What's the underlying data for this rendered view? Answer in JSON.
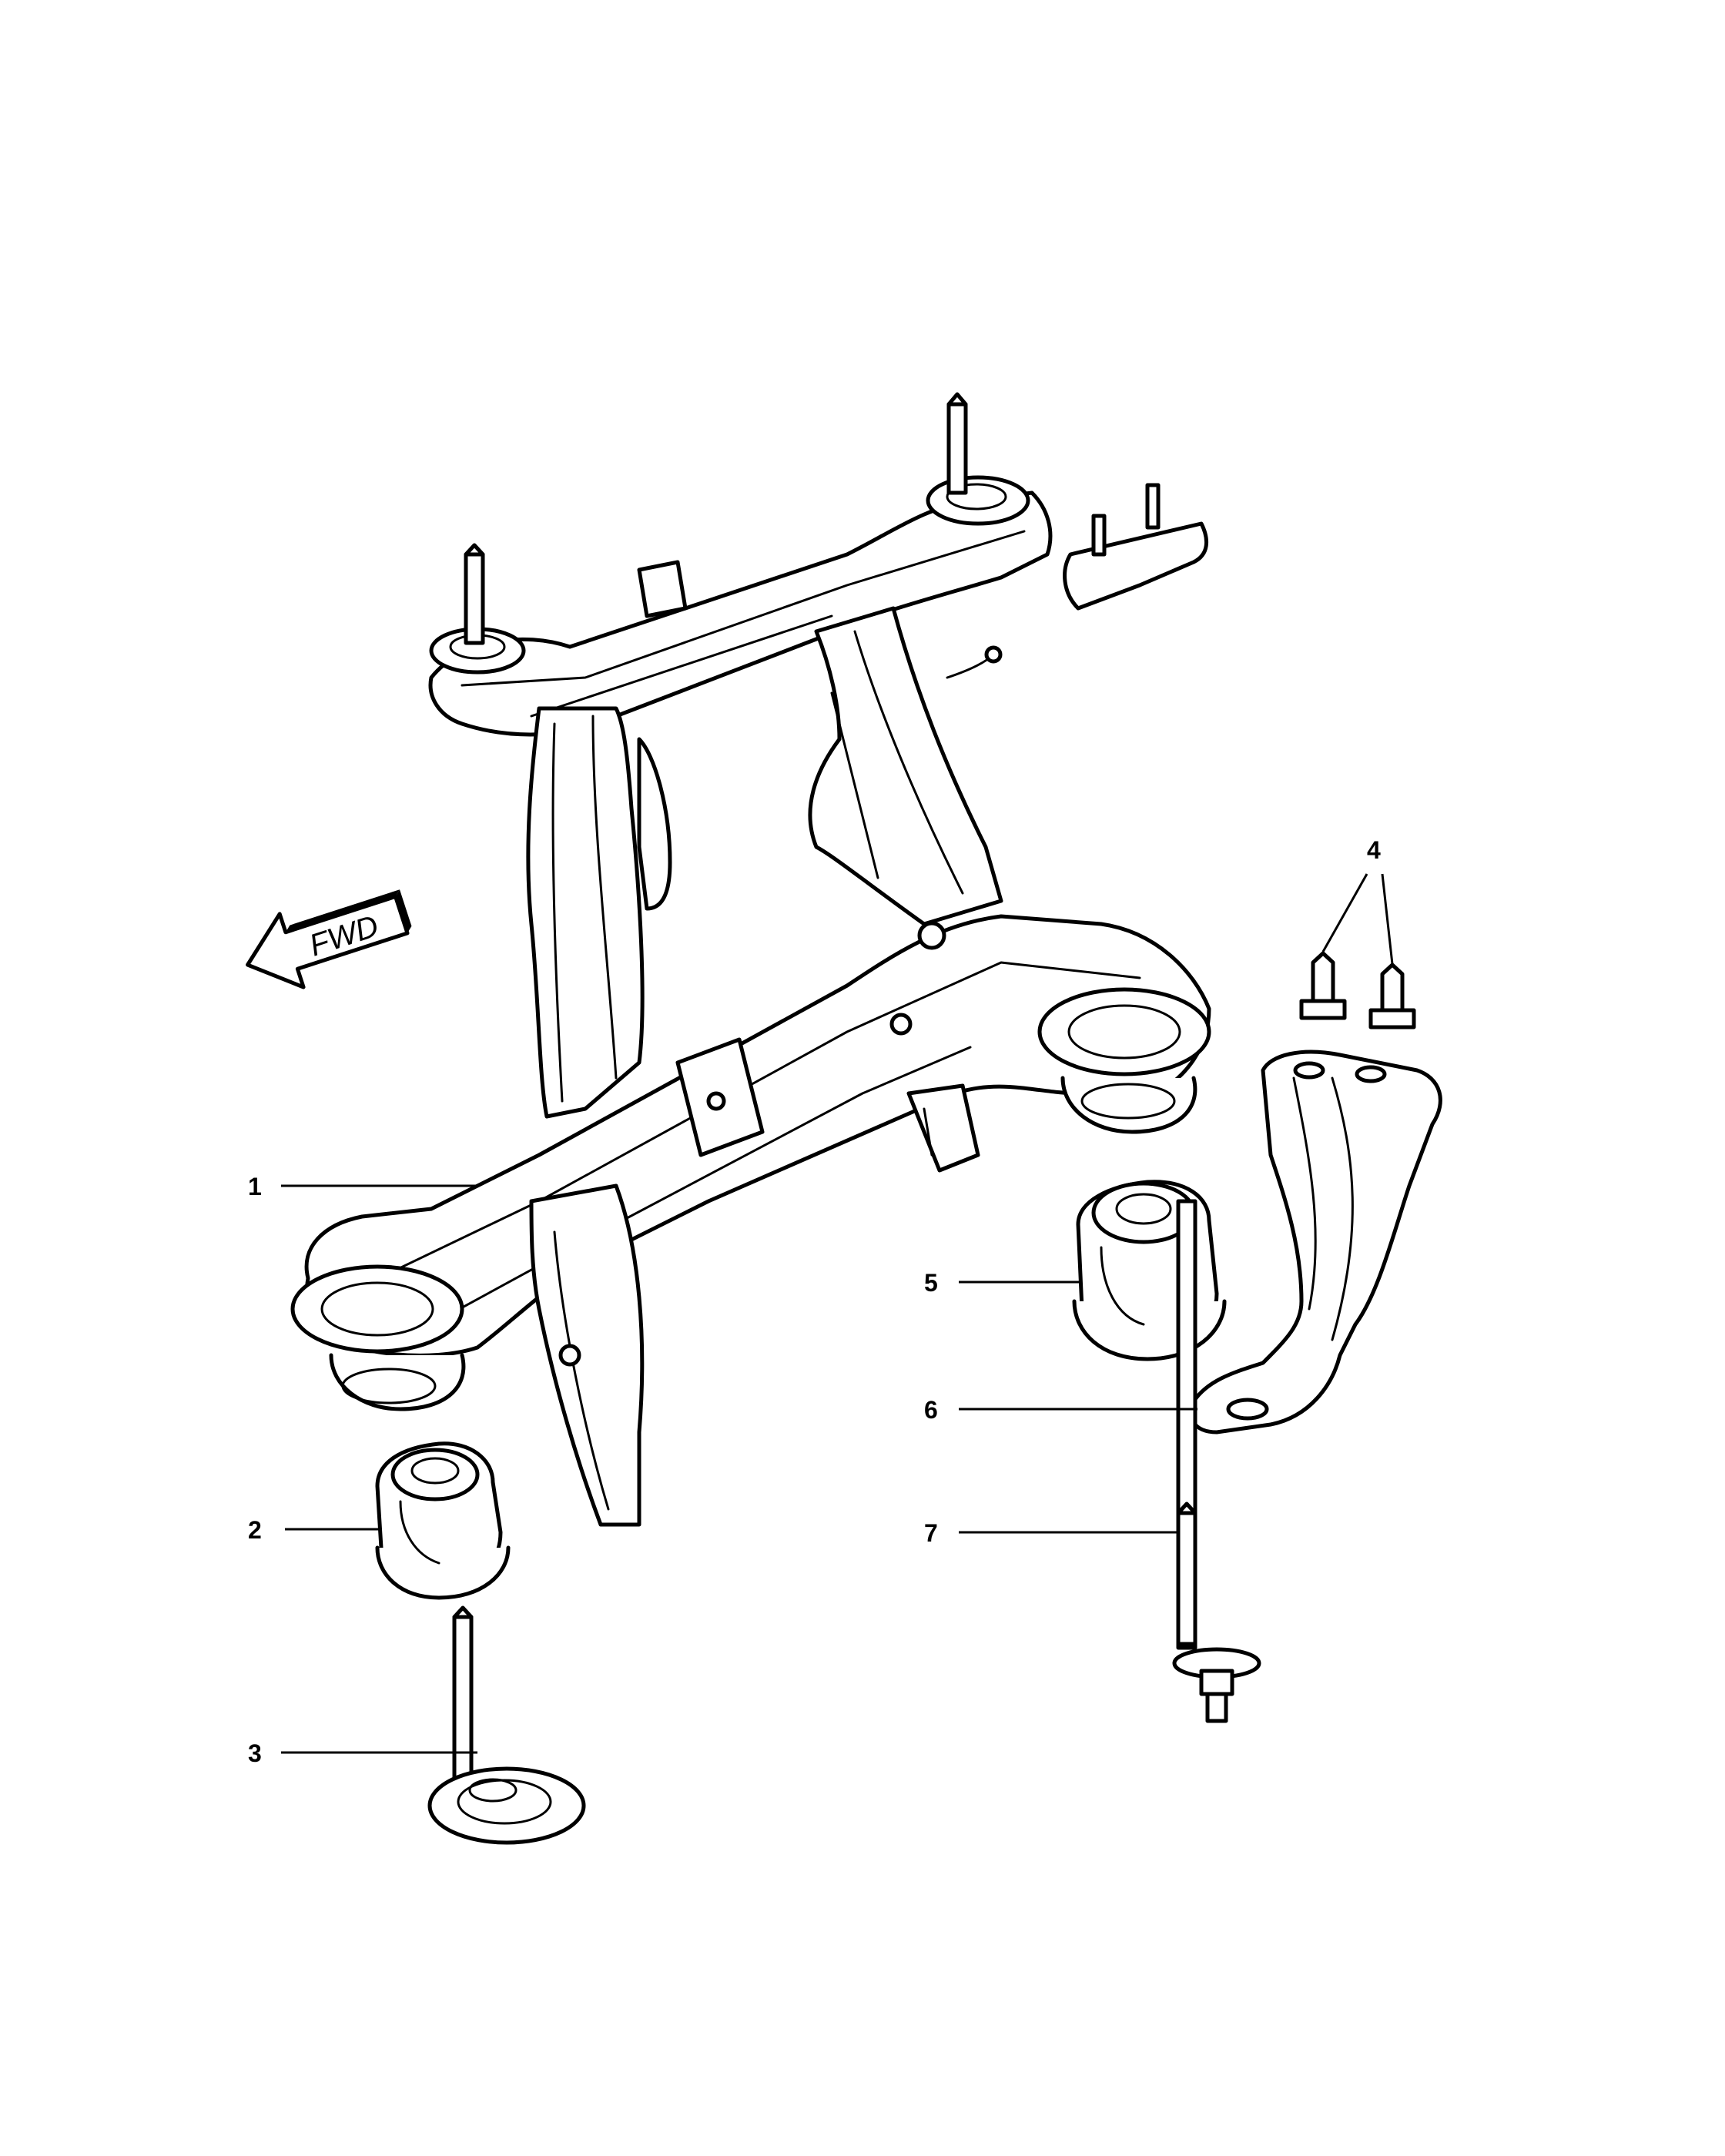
{
  "direction_indicator": {
    "label": "FWD"
  },
  "callouts": [
    {
      "id": "1",
      "label": "1"
    },
    {
      "id": "2",
      "label": "2"
    },
    {
      "id": "3",
      "label": "3"
    },
    {
      "id": "4",
      "label": "4"
    },
    {
      "id": "5",
      "label": "5"
    },
    {
      "id": "6",
      "label": "6"
    },
    {
      "id": "7",
      "label": "7"
    }
  ],
  "colors": {
    "line": "#000000",
    "background": "#ffffff"
  }
}
